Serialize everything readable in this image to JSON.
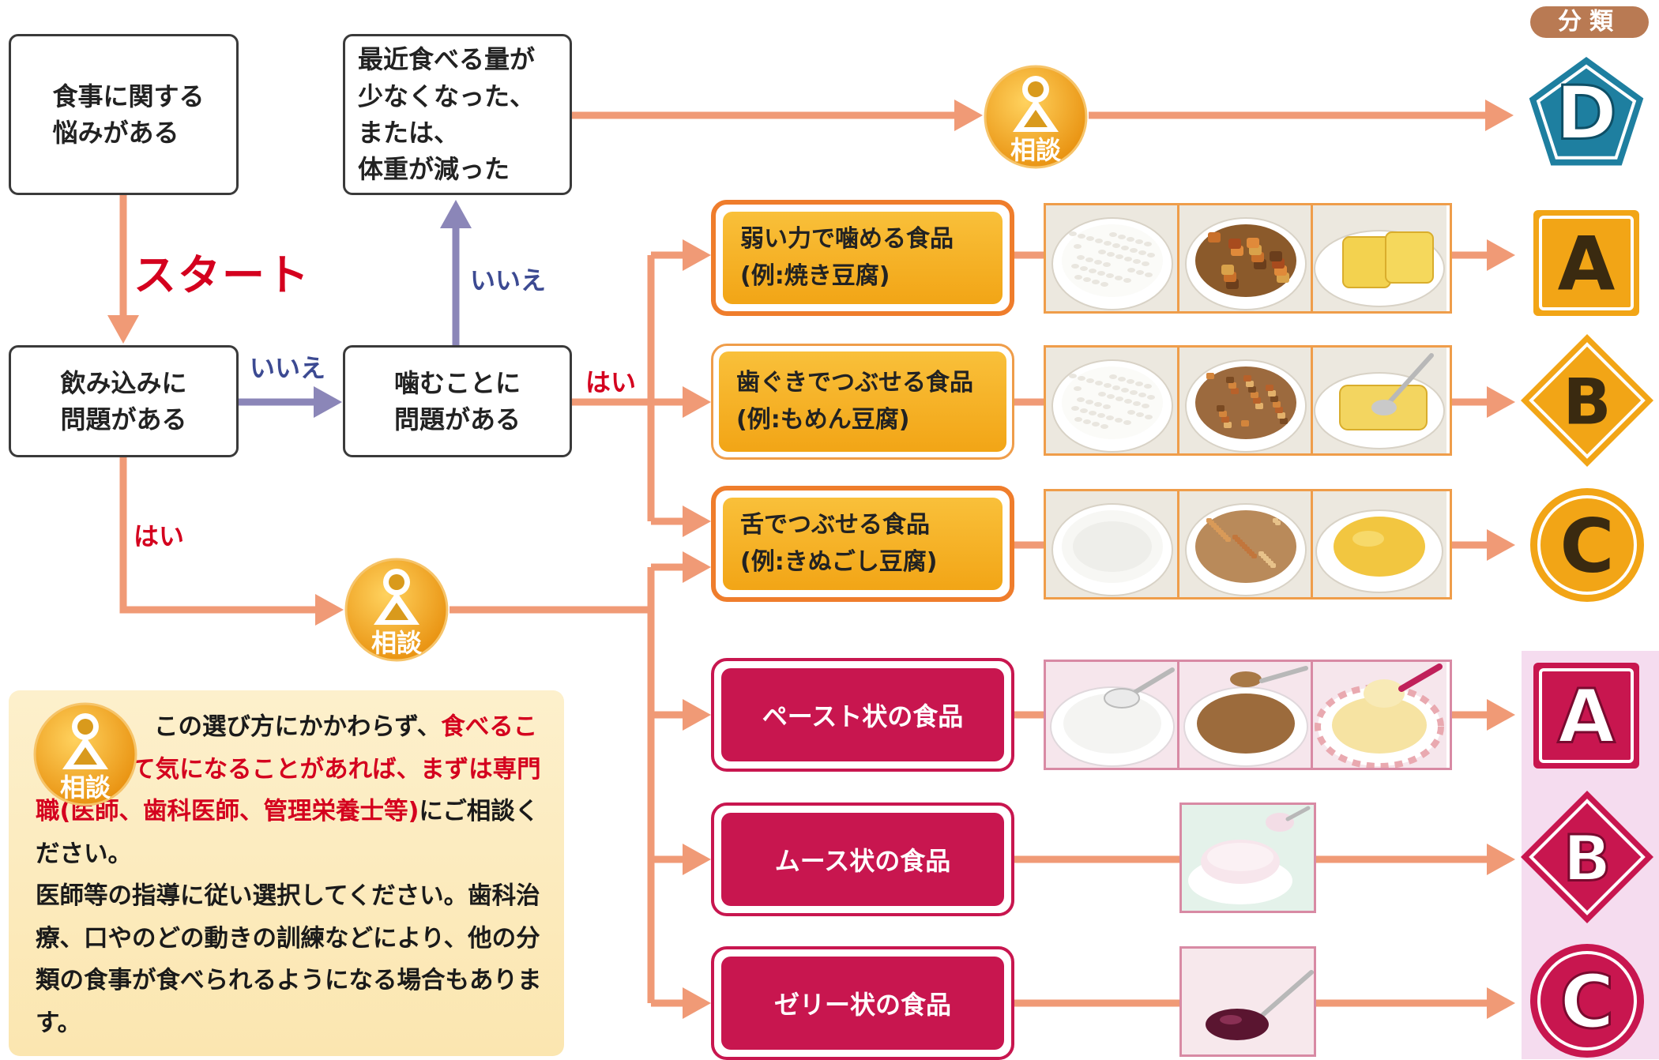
{
  "header": {
    "category_label": "分類"
  },
  "questions": {
    "q1": "食事に関する\n悩みがある",
    "q2": "最近食べる量が\n少なくなった、\nまたは、\n体重が減った",
    "q3": "飲み込みに\n問題がある",
    "q4": "噛むことに\n問題がある"
  },
  "flow_labels": {
    "start": "スタート",
    "no_swallow": "いいえ",
    "no_chew": "いいえ",
    "yes_chew": "はい",
    "yes_swallow": "はい"
  },
  "consult": {
    "label": "相談"
  },
  "food_items": [
    {
      "title": "弱い力で噛める食品",
      "example": "(例:焼き豆腐)"
    },
    {
      "title": "歯ぐきでつぶせる食品",
      "example": "(例:もめん豆腐)"
    },
    {
      "title": "舌でつぶせる食品",
      "example": "(例:きぬごし豆腐)"
    }
  ],
  "care_items": [
    {
      "title": "ペースト状の食品"
    },
    {
      "title": "ムース状の食品"
    },
    {
      "title": "ゼリー状の食品"
    }
  ],
  "categories": [
    {
      "letter": "D",
      "shape": "pentagon",
      "color": "#1e7fa0"
    },
    {
      "letter": "A",
      "shape": "square",
      "color": "#f2a516"
    },
    {
      "letter": "B",
      "shape": "diamond",
      "color": "#f2a516"
    },
    {
      "letter": "C",
      "shape": "circle",
      "color": "#f2a516"
    },
    {
      "letter": "A",
      "shape": "square",
      "color": "#c8164f"
    },
    {
      "letter": "B",
      "shape": "diamond",
      "color": "#c8164f"
    },
    {
      "letter": "C",
      "shape": "circle",
      "color": "#c8164f"
    }
  ],
  "note": {
    "plain_1": "この選び方にかかわらず、",
    "highlight": "食べることについて気になることがあれば、まずは専門職(医師、歯科医師、管理栄養士等)",
    "plain_2": "にご相談ください。",
    "body": "医師等の指導に従い選択してください。歯科治療、口やのどの動きの訓練などにより、他の分類の食事が食べられるようになる場合もあります。"
  },
  "photos": {
    "hard": [
      "rice",
      "stew",
      "tamagoyaki"
    ],
    "soft": [
      "rice-soft",
      "stew-soft",
      "tamagoyaki-soft"
    ],
    "tongue": [
      "porridge",
      "stew-mushy",
      "egg-mash"
    ],
    "paste": [
      "rice-paste",
      "meat-paste",
      "egg-paste"
    ],
    "mousse": [
      "mousse"
    ],
    "jelly": [
      "jelly"
    ]
  },
  "colors": {
    "arrow_orange": "#f09a76",
    "arrow_purple": "#8b86b8",
    "orange": "#f2a516",
    "magenta": "#c8164f",
    "teal": "#1e7fa0"
  }
}
